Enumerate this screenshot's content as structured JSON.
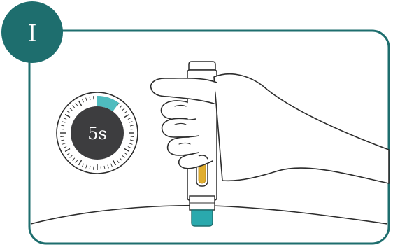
{
  "step": {
    "letter": "I"
  },
  "timer": {
    "label": "5s",
    "elapsed_fraction": 0.1
  },
  "colors": {
    "teal": "#1e6e6e",
    "teal_light": "#4fbcbf",
    "timer_face": "#3d3d3f",
    "line": "#2c2c2c",
    "viewer": "#e0ad2e"
  }
}
